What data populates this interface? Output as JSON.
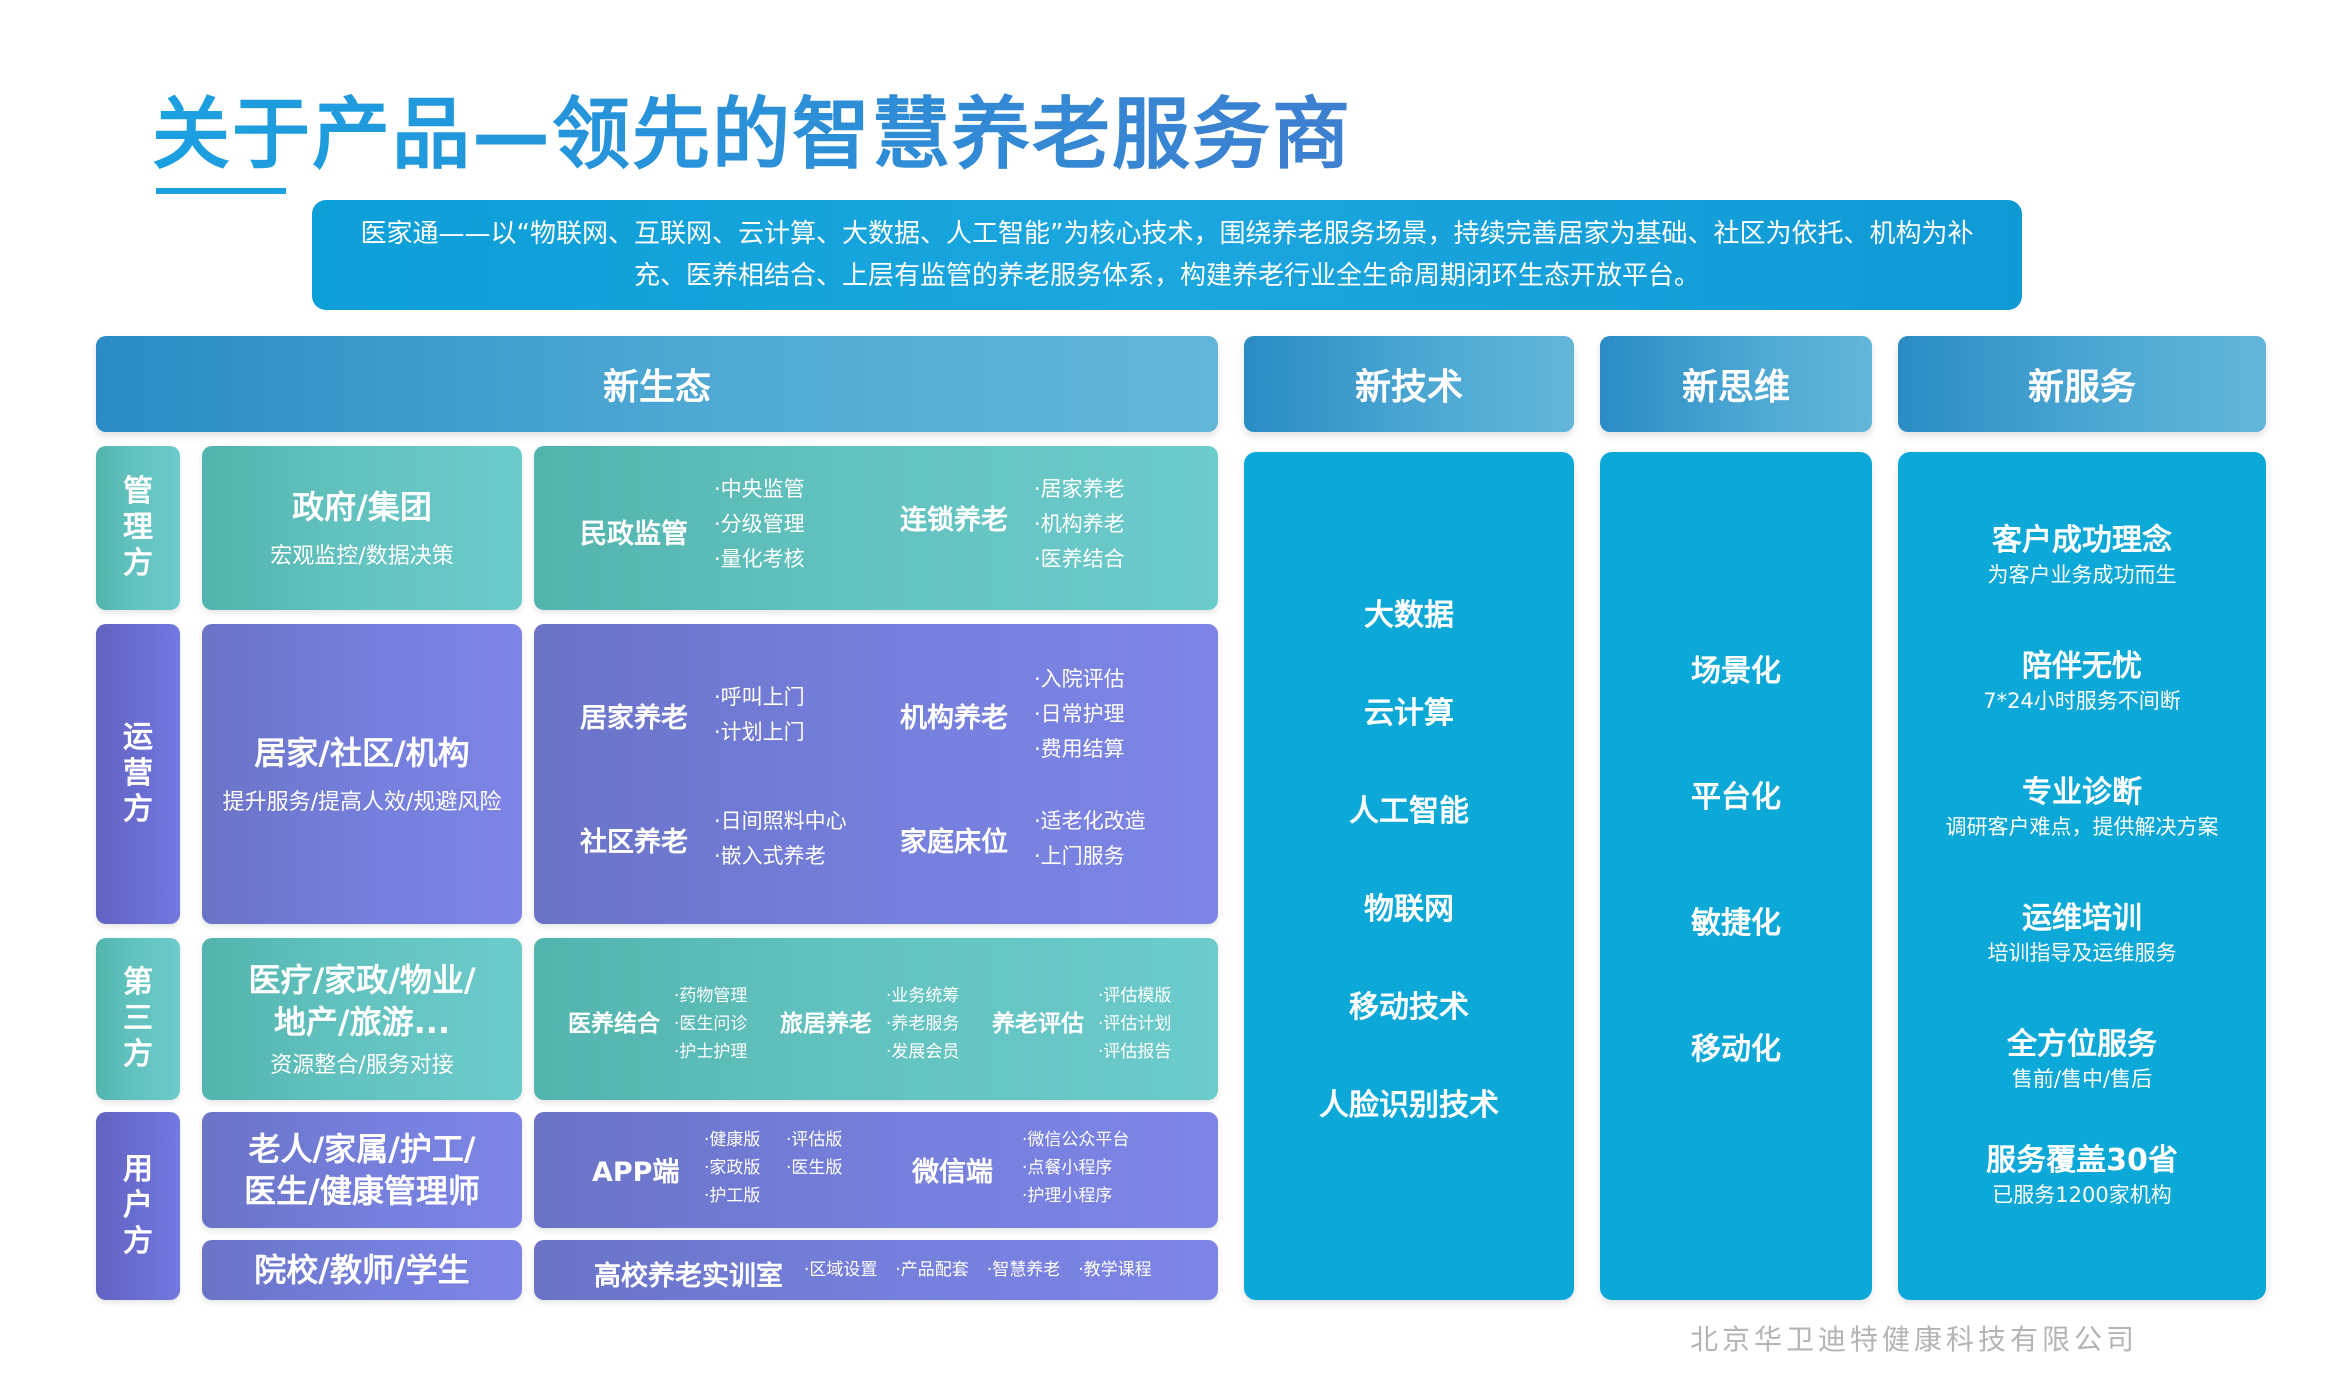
{
  "title": "关于产品—领先的智慧养老服务商",
  "intro": "医家通——以“物联网、互联网、云计算、大数据、人工智能”为核心技术，围绕养老服务场景，持续完善居家为基础、社区为依托、机构为补充、医养相结合、上层有监管的养老服务体系，构建养老行业全生命周期闭环生态开放平台。",
  "headers": {
    "eco": "新生态",
    "tech": "新技术",
    "think": "新思维",
    "service": "新服务"
  },
  "rows": {
    "management": {
      "side": [
        "管",
        "理",
        "方"
      ],
      "entity_title": "政府/集团",
      "entity_desc": "宏观监控/数据决策",
      "modules": [
        {
          "label": "民政监管",
          "items": [
            "·中央监管",
            "·分级管理",
            "·量化考核"
          ]
        },
        {
          "label": "连锁养老",
          "items": [
            "·居家养老",
            "·机构养老",
            "·医养结合"
          ]
        }
      ]
    },
    "operation": {
      "side": [
        "运",
        "营",
        "方"
      ],
      "entity_title": "居家/社区/机构",
      "entity_desc": "提升服务/提高人效/规避风险",
      "modules": [
        {
          "label": "居家养老",
          "items": [
            "·呼叫上门",
            "·计划上门"
          ]
        },
        {
          "label": "机构养老",
          "items": [
            "·入院评估",
            "·日常护理",
            "·费用结算"
          ]
        },
        {
          "label": "社区养老",
          "items": [
            "·日间照料中心",
            "·嵌入式养老"
          ]
        },
        {
          "label": "家庭床位",
          "items": [
            "·适老化改造",
            "·上门服务"
          ]
        }
      ]
    },
    "third": {
      "side": [
        "第",
        "三",
        "方"
      ],
      "entity_title_1": "医疗/家政/物业/",
      "entity_title_2": "地产/旅游...",
      "entity_desc": "资源整合/服务对接",
      "modules": [
        {
          "label": "医养结合",
          "items": [
            "·药物管理",
            "·医生问诊",
            "·护士护理"
          ]
        },
        {
          "label": "旅居养老",
          "items": [
            "·业务统筹",
            "·养老服务",
            "·发展会员"
          ]
        },
        {
          "label": "养老评估",
          "items": [
            "·评估模版",
            "·评估计划",
            "·评估报告"
          ]
        }
      ]
    },
    "user": {
      "side": [
        "用",
        "户",
        "方"
      ],
      "entity_title_1": "老人/家属/护工/",
      "entity_title_2": "医生/健康管理师",
      "entity2_title": "院校/教师/学生",
      "app_label": "APP端",
      "app_items_a": [
        "·健康版",
        "·家政版",
        "·护工版"
      ],
      "app_items_b": [
        "·评估版",
        "·医生版"
      ],
      "wechat_label": "微信端",
      "wechat_items": [
        "·微信公众平台",
        "·点餐小程序",
        "·护理小程序"
      ],
      "lab_label": "高校养老实训室",
      "lab_items": [
        "·区域设置",
        "·产品配套",
        "·智慧养老",
        "·教学课程"
      ]
    }
  },
  "tech": [
    "大数据",
    "云计算",
    "人工智能",
    "物联网",
    "移动技术",
    "人脸识别技术"
  ],
  "thinking": [
    "场景化",
    "平台化",
    "敏捷化",
    "移动化"
  ],
  "services": [
    {
      "title": "客户成功理念",
      "desc": "为客户业务成功而生"
    },
    {
      "title": "陪伴无忧",
      "desc": "7*24小时服务不间断"
    },
    {
      "title": "专业诊断",
      "desc": "调研客户难点，提供解决方案"
    },
    {
      "title": "运维培训",
      "desc": "培训指导及运维服务"
    },
    {
      "title": "全方位服务",
      "desc": "售前/售中/售后"
    },
    {
      "title": "服务覆盖30省",
      "desc": "已服务1200家机构"
    }
  ],
  "footer": "北京华卫迪特健康科技有限公司"
}
